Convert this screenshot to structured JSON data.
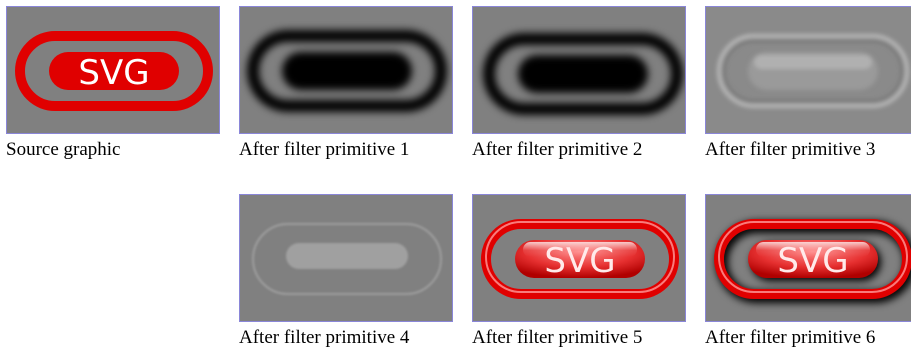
{
  "figure": {
    "tiles": [
      {
        "caption": "Source graphic",
        "stage": "source",
        "logo_text": "SVG"
      },
      {
        "caption": "After filter primitive 1",
        "stage": "blur"
      },
      {
        "caption": "After filter primitive 2",
        "stage": "offset-blur"
      },
      {
        "caption": "After filter primitive 3",
        "stage": "specular"
      },
      {
        "caption": "After filter primitive 4",
        "stage": "specular-composite"
      },
      {
        "caption": "After filter primitive 5",
        "stage": "lit",
        "logo_text": "SVG"
      },
      {
        "caption": "After filter primitive 6",
        "stage": "final",
        "logo_text": "SVG"
      }
    ],
    "colors": {
      "background": "#808080",
      "logo_red": "#e00000",
      "logo_text": "#ffffff",
      "tile_border": "#8a86d8"
    }
  }
}
